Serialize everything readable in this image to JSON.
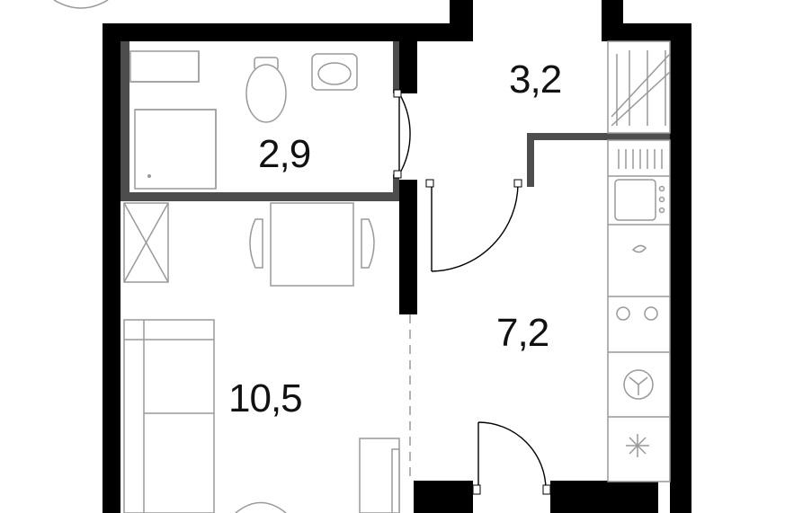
{
  "floorplan": {
    "rooms": [
      {
        "id": "bathroom",
        "area": "2,9"
      },
      {
        "id": "hallway",
        "area": "3,2"
      },
      {
        "id": "kitchen",
        "area": "7,2"
      },
      {
        "id": "living",
        "area": "10,5"
      }
    ],
    "colors": {
      "wall": "#000000",
      "partition": "#4d4d4d",
      "furniture": "#999999",
      "background": "#ffffff"
    }
  }
}
